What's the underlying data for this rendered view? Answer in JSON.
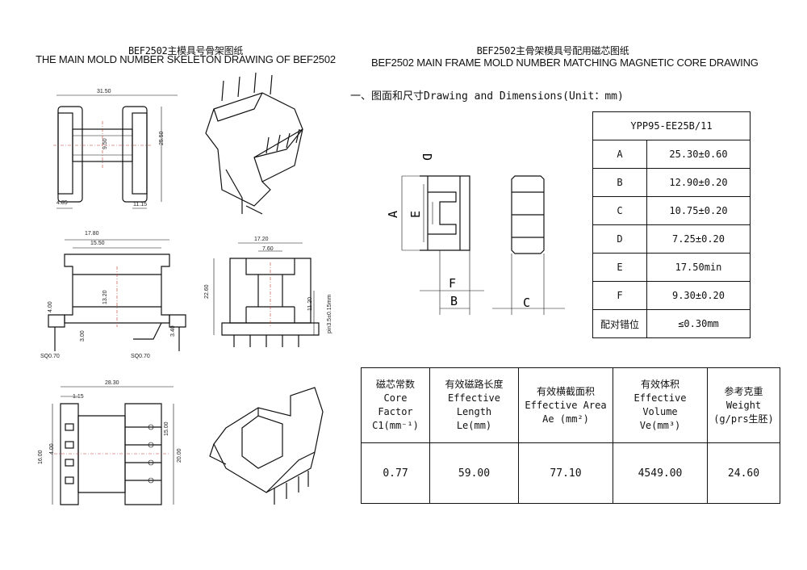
{
  "left": {
    "title_cn": "BEF2502主模具号骨架图纸",
    "title_en": "THE MAIN MOLD NUMBER SKELETON DRAWING OF BEF2502",
    "dims": {
      "d_31_50": "31.50",
      "d_25_50": "25.50",
      "d_9_50": "9.50",
      "d_4_85": "4.85",
      "d_11_15": "11.15",
      "d_17_80": "17.80",
      "d_15_50": "15.50",
      "d_13_20": "13.20",
      "d_4_00a": "4.00",
      "d_3_00": "3.00",
      "d_3_40": "3.40",
      "d_sq1": "SQ0.70",
      "d_sq2": "SQ0.70",
      "d_17_20": "17.20",
      "d_7_60": "7.60",
      "d_22_60": "22.60",
      "d_11_20": "11.20",
      "d_pin": "pin3.5±0.15mm",
      "d_28_30": "28.30",
      "d_1_15": "1.15",
      "d_16_00": "16.00",
      "d_4_00b": "4.00",
      "d_15_00": "15.00",
      "d_20_00": "20.00"
    }
  },
  "right": {
    "title_cn": "BEF2502主骨架模具号配用磁芯图纸",
    "title_en": "BEF2502 MAIN FRAME MOLD NUMBER MATCHING MAGNETIC CORE DRAWING",
    "section_heading": "一、图面和尺寸Drawing and Dimensions(Unit：mm)",
    "letters": {
      "a": "A",
      "b": "B",
      "c": "C",
      "d": "D",
      "e": "E",
      "f": "F"
    },
    "dims_table": {
      "header": "YPP95-EE25B/11",
      "rows": [
        {
          "key": "A",
          "value": "25.30±0.60"
        },
        {
          "key": "B",
          "value": "12.90±0.20"
        },
        {
          "key": "C",
          "value": "10.75±0.20"
        },
        {
          "key": "D",
          "value": "7.25±0.20"
        },
        {
          "key": "E",
          "value": "17.50min"
        },
        {
          "key": "F",
          "value": "9.30±0.20"
        },
        {
          "key": "配对错位",
          "value": "≤0.30mm"
        }
      ]
    },
    "props_table": {
      "headers": [
        {
          "cn": "磁芯常数",
          "en1": "Core",
          "en2": "Factor",
          "en3": "C1(mm⁻¹)"
        },
        {
          "cn": "有效磁路长度",
          "en1": "Effective",
          "en2": "Length",
          "en3": "Le(mm)"
        },
        {
          "cn": "有效横截面积",
          "en1": "Effective Area",
          "en2": "Ae (mm²)",
          "en3": ""
        },
        {
          "cn": "有效体积",
          "en1": "Effective",
          "en2": "Volume",
          "en3": "Ve(mm³)"
        },
        {
          "cn": "参考克重",
          "en1": "Weight",
          "en2": "(g/prs生胚)",
          "en3": ""
        }
      ],
      "values": [
        "0.77",
        "59.00",
        "77.10",
        "4549.00",
        "24.60"
      ]
    }
  }
}
